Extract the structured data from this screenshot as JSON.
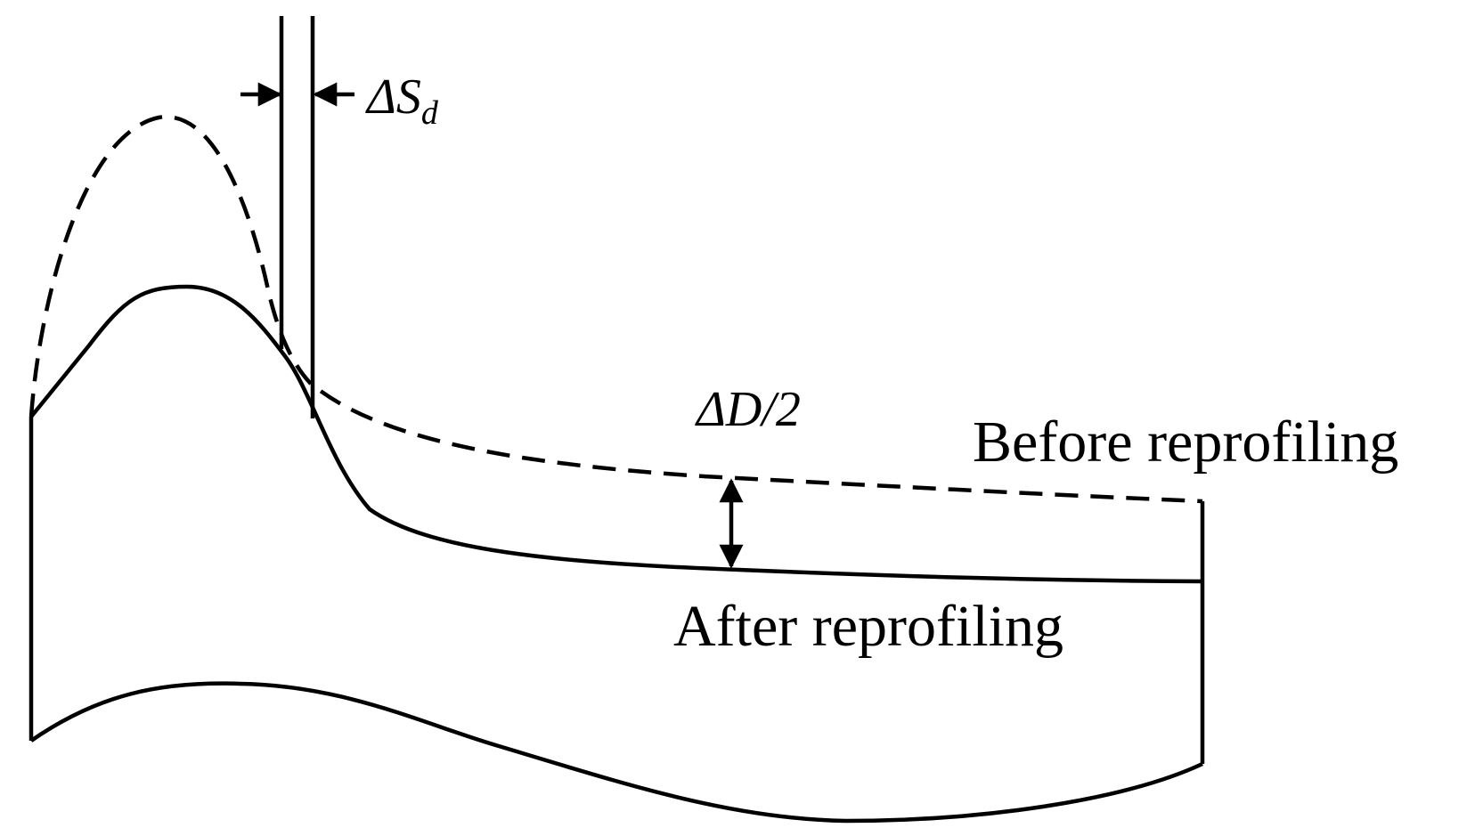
{
  "diagram": {
    "labels": {
      "before": "Before reprofiling",
      "after": "After reprofiling",
      "delta_d_half": "ΔD/2",
      "delta_s_main": "ΔS",
      "delta_s_sub": "d"
    },
    "colors": {
      "line": "#000000",
      "background": "#ffffff"
    }
  }
}
